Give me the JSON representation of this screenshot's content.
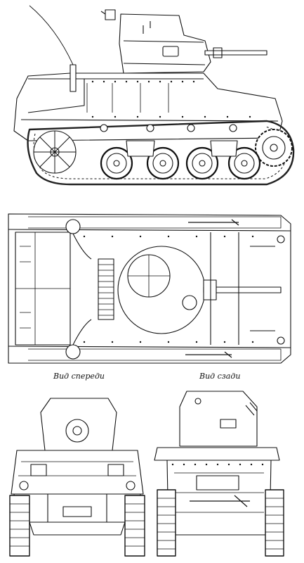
{
  "figure": {
    "front_view_label": "Вид спереди",
    "rear_view_label": "Вид сзади"
  },
  "views": [
    "side-view",
    "top-view",
    "front-view",
    "rear-view"
  ],
  "colors": {
    "line": "#111111",
    "paper": "#ffffff",
    "tread": "#222222"
  }
}
